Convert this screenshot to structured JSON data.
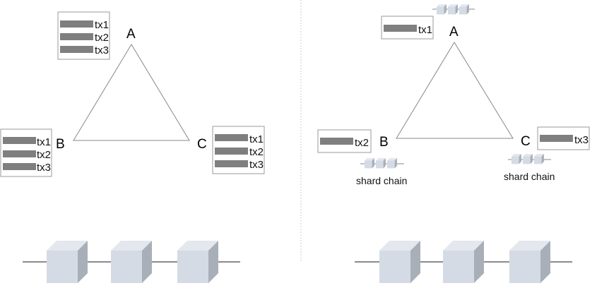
{
  "left": {
    "nodes": {
      "a": "A",
      "b": "B",
      "c": "C"
    },
    "pools": {
      "a": [
        "tx1",
        "tx2",
        "tx3"
      ],
      "b": [
        "tx1",
        "tx2",
        "tx3"
      ],
      "c": [
        "tx1",
        "tx2",
        "tx3"
      ]
    }
  },
  "right": {
    "nodes": {
      "a": "A",
      "b": "B",
      "c": "C"
    },
    "pools": {
      "a": [
        "tx1"
      ],
      "b": [
        "tx2"
      ],
      "c": [
        "tx3"
      ]
    },
    "captions": {
      "b": "shard chain",
      "c": "shard chain"
    }
  },
  "colors": {
    "bar": "#7f7f7f",
    "cube_front": "#d5dbe4",
    "cube_top": "#e4e8ee",
    "cube_side": "#a9afb8"
  }
}
